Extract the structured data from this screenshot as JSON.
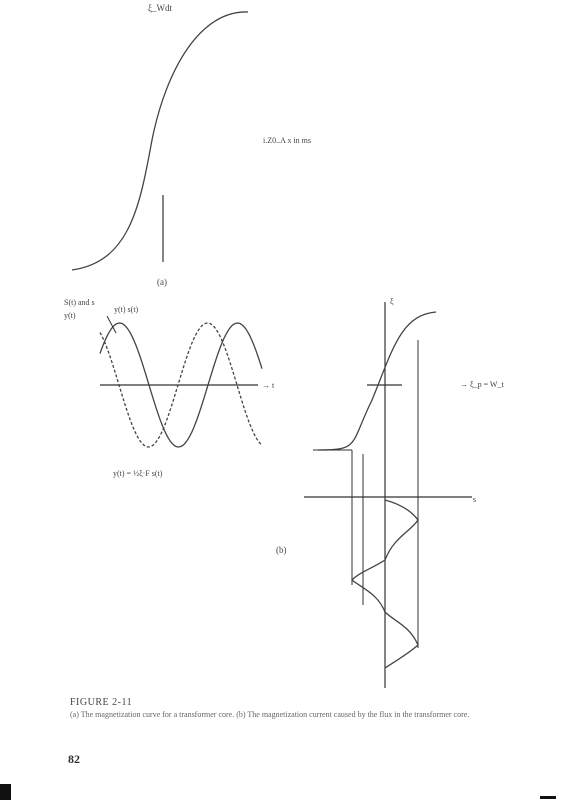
{
  "panel_a": {
    "y_label": "ξ_Wdt",
    "annotation": "i.Z0..A x in ms",
    "caption_label": "(a)"
  },
  "panel_b_left": {
    "y_label_line1": "S(t) and s",
    "y_label_line2": "y(t)",
    "curve_labels": "y(t)  s(t)",
    "x_label": "→ t",
    "equation": "y(t) = ½ξ·F s(t)"
  },
  "panel_b_right": {
    "y_label": "ξ",
    "annotation": "→ ξ_p = W_t",
    "x_label": "s",
    "caption_label": "(b)"
  },
  "caption": {
    "title": "FIGURE 2-11",
    "text": "(a) The magnetization curve for a transformer core. (b) The magnetization current caused by the flux in the transformer core."
  },
  "page_number": "82"
}
